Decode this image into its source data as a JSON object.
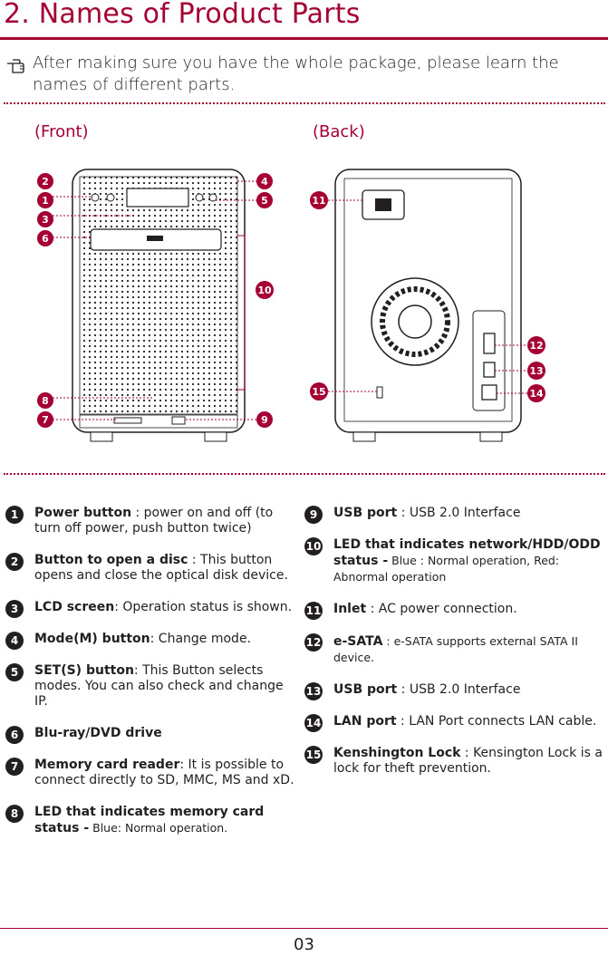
{
  "header": {
    "title": "2. Names of Product Parts",
    "intro": "After making sure you have the whole package, please learn the names of different parts."
  },
  "views": {
    "front_label": "(Front)",
    "back_label": "(Back)",
    "front_callouts": [
      "2",
      "1",
      "3",
      "6",
      "8",
      "7",
      "4",
      "5",
      "10",
      "9"
    ],
    "back_callouts": [
      "11",
      "15",
      "12",
      "13",
      "14"
    ]
  },
  "parts": [
    {
      "num": "1",
      "label": "Power button",
      "desc": " : power on and off (to turn off power, push button twice)"
    },
    {
      "num": "2",
      "label": "Button to open a disc",
      "desc": " : This button opens and close the optical disk device."
    },
    {
      "num": "3",
      "label": "LCD screen",
      "desc": ": Operation status is shown."
    },
    {
      "num": "4",
      "label": "Mode(M) button",
      "desc": ": Change mode."
    },
    {
      "num": "5",
      "label": "SET(S) button",
      "desc": ": This Button selects modes.  You can also check and change IP."
    },
    {
      "num": "6",
      "label": "Blu-ray/DVD drive",
      "desc": ""
    },
    {
      "num": "7",
      "label": "Memory card reader",
      "desc": ": It is possible to connect directly to SD, MMC, MS and xD."
    },
    {
      "num": "8",
      "label": "LED that indicates memory card status -",
      "desc": " Blue: Normal operation."
    },
    {
      "num": "9",
      "label": "USB port",
      "desc": " : USB 2.0 Interface"
    },
    {
      "num": "10",
      "label": "LED that indicates network/HDD/ODD status -",
      "desc": " Blue : Normal operation, Red: Abnormal operation"
    },
    {
      "num": "11",
      "label": "Inlet",
      "desc": " : AC power connection."
    },
    {
      "num": "12",
      "label": "e-SATA",
      "desc": " : e-SATA supports external SATA II device."
    },
    {
      "num": "13",
      "label": "USB port",
      "desc": " : USB 2.0 Interface"
    },
    {
      "num": "14",
      "label": "LAN port",
      "desc": " : LAN Port connects LAN cable."
    },
    {
      "num": "15",
      "label": "Kenshington Lock",
      "desc": " : Kensington Lock is a lock for theft prevention."
    }
  ],
  "footer": {
    "page": "03"
  },
  "colors": {
    "accent": "#a50034",
    "text": "#231f20"
  },
  "icons": {
    "intro_icon": "pointing-hand-icon"
  }
}
